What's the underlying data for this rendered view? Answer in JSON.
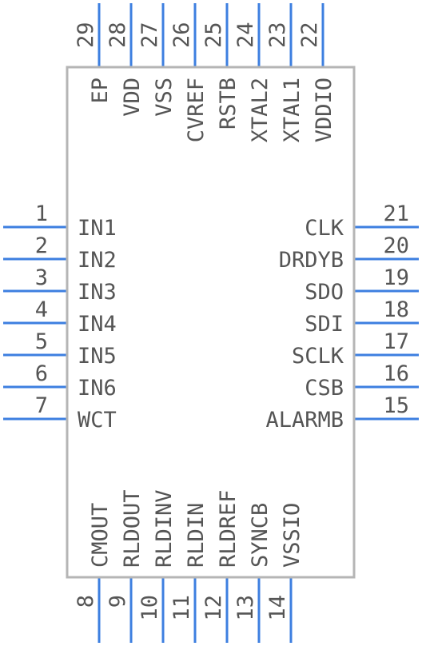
{
  "colors": {
    "pin": "#3d7fe0",
    "outline": "#b5b5b5",
    "text": "#555555"
  },
  "left_pins": [
    {
      "num": "1",
      "name": "IN1"
    },
    {
      "num": "2",
      "name": "IN2"
    },
    {
      "num": "3",
      "name": "IN3"
    },
    {
      "num": "4",
      "name": "IN4"
    },
    {
      "num": "5",
      "name": "IN5"
    },
    {
      "num": "6",
      "name": "IN6"
    },
    {
      "num": "7",
      "name": "WCT"
    }
  ],
  "right_pins": [
    {
      "num": "21",
      "name": "CLK"
    },
    {
      "num": "20",
      "name": "DRDYB"
    },
    {
      "num": "19",
      "name": "SDO"
    },
    {
      "num": "18",
      "name": "SDI"
    },
    {
      "num": "17",
      "name": "SCLK"
    },
    {
      "num": "16",
      "name": "CSB"
    },
    {
      "num": "15",
      "name": "ALARMB"
    }
  ],
  "top_pins": [
    {
      "num": "29",
      "name": "EP"
    },
    {
      "num": "28",
      "name": "VDD"
    },
    {
      "num": "27",
      "name": "VSS"
    },
    {
      "num": "26",
      "name": "CVREF"
    },
    {
      "num": "25",
      "name": "RSTB"
    },
    {
      "num": "24",
      "name": "XTAL2"
    },
    {
      "num": "23",
      "name": "XTAL1"
    },
    {
      "num": "22",
      "name": "VDDIO"
    }
  ],
  "bottom_pins": [
    {
      "num": "8",
      "name": "CMOUT"
    },
    {
      "num": "9",
      "name": "RLDOUT"
    },
    {
      "num": "10",
      "name": "RLDINV"
    },
    {
      "num": "11",
      "name": "RLDIN"
    },
    {
      "num": "12",
      "name": "RLDREF"
    },
    {
      "num": "13",
      "name": "SYNCB"
    },
    {
      "num": "14",
      "name": "VSSIO"
    }
  ]
}
